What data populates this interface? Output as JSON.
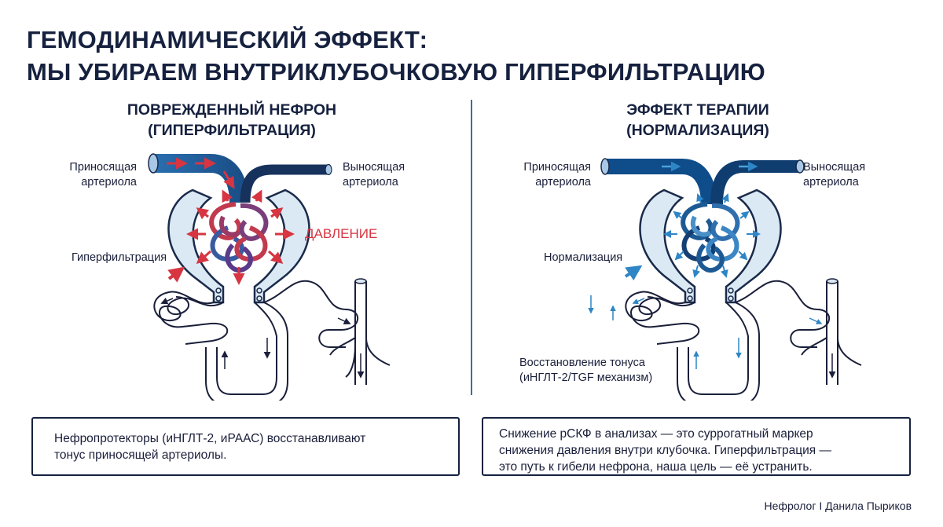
{
  "title": {
    "line1": "ГЕМОДИНАМИЧЕСКИЙ ЭФФЕКТ:",
    "line2": "МЫ УБИРАЕМ ВНУТРИКЛУБОЧКОВУЮ ГИПЕРФИЛЬТРАЦИЮ"
  },
  "left_panel": {
    "heading_line1": "ПОВРЕЖДЕННЫЙ НЕФРОН",
    "heading_line2": "(ГИПЕРФИЛЬТРАЦИЯ)",
    "afferent_line1": "Приносящая",
    "afferent_line2": "артериола",
    "efferent_line1": "Выносящая",
    "efferent_line2": "артериола",
    "pressure_label": "ДАВЛЕНИЕ",
    "hyperfiltration_label": "Гиперфильтрация"
  },
  "right_panel": {
    "heading_line1": "ЭФФЕКТ ТЕРАПИИ",
    "heading_line2": "(НОРМАЛИЗАЦИЯ)",
    "afferent_line1": "Приносящая",
    "afferent_line2": "артериола",
    "efferent_line1": "Выносящая",
    "efferent_line2": "артериола",
    "normalization_label": "Нормализация",
    "tone_line1": "Восстановление тонуса",
    "tone_line2": "(иНГЛТ-2/TGF механизм)"
  },
  "left_box": {
    "line1": "Нефропротекторы (иНГЛТ-2, иРААС) восстанавливают",
    "line2": "тонус приносящей артериолы."
  },
  "right_box": {
    "line1": "Снижение рСКФ в анализах — это суррогатный маркер",
    "line2": "снижения давления внутри клубочка. Гиперфильтрация —",
    "line3": "это путь к гибели нефрона, наша цель — её устранить."
  },
  "footer": "Нефролог I Данила Пыриков",
  "colors": {
    "navy": "#16213f",
    "vessel_blue": "#1d5a94",
    "vessel_dark": "#0f3d70",
    "pressure_red": "#d63541",
    "light_blue": "#3b8fc8",
    "capsule_fill": "#dbe9f5"
  }
}
